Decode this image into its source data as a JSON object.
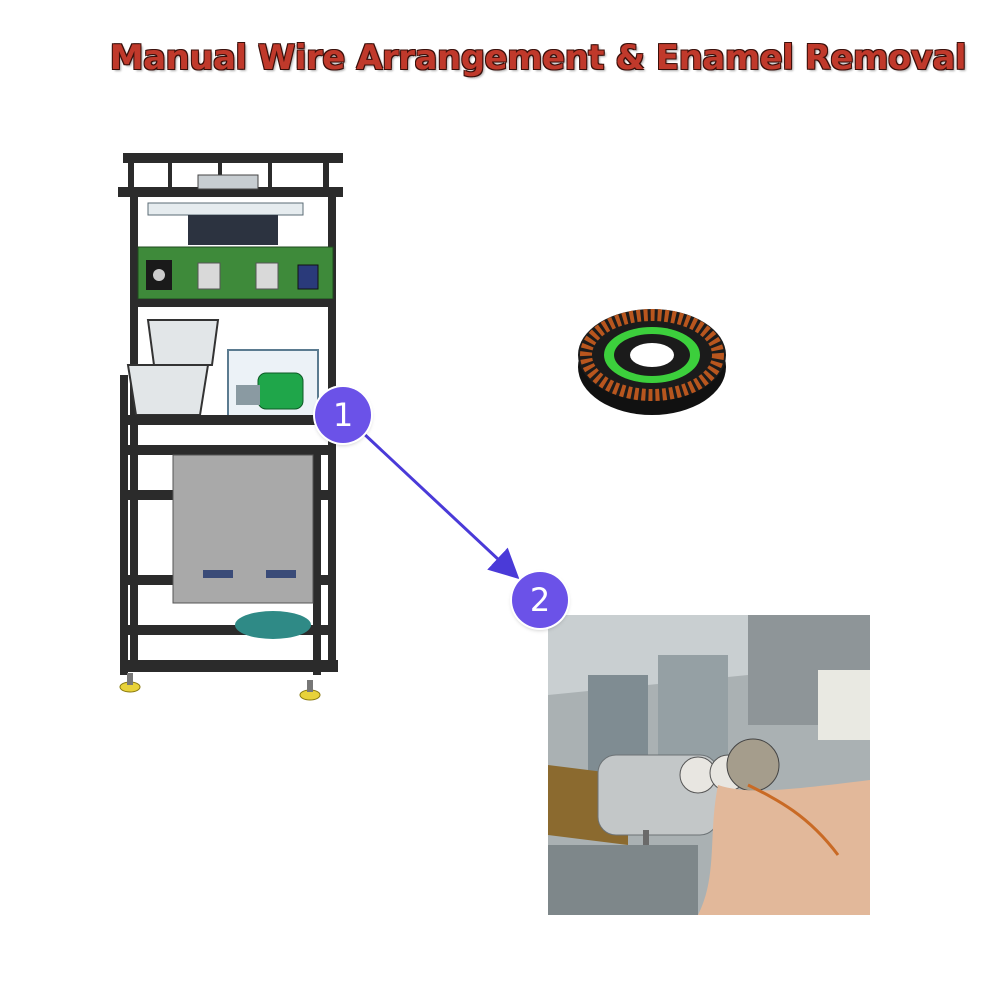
{
  "title": "Manual Wire Arrangement & Enamel Removal",
  "steps": [
    {
      "label": "1"
    },
    {
      "label": "2"
    }
  ],
  "colors": {
    "title": "#c0392b",
    "badge": "#6b52e8",
    "arrow": "#4a3ad8",
    "frame": "#2b2b2b",
    "panel_green": "#3e8a3a",
    "coil_copper": "#b8561e",
    "insulator_green": "#3ccf3c"
  },
  "icons": {
    "machine": "wire-arrangement-machine-icon",
    "stator": "stator-coil-icon",
    "photo": "enamel-removal-photo"
  }
}
